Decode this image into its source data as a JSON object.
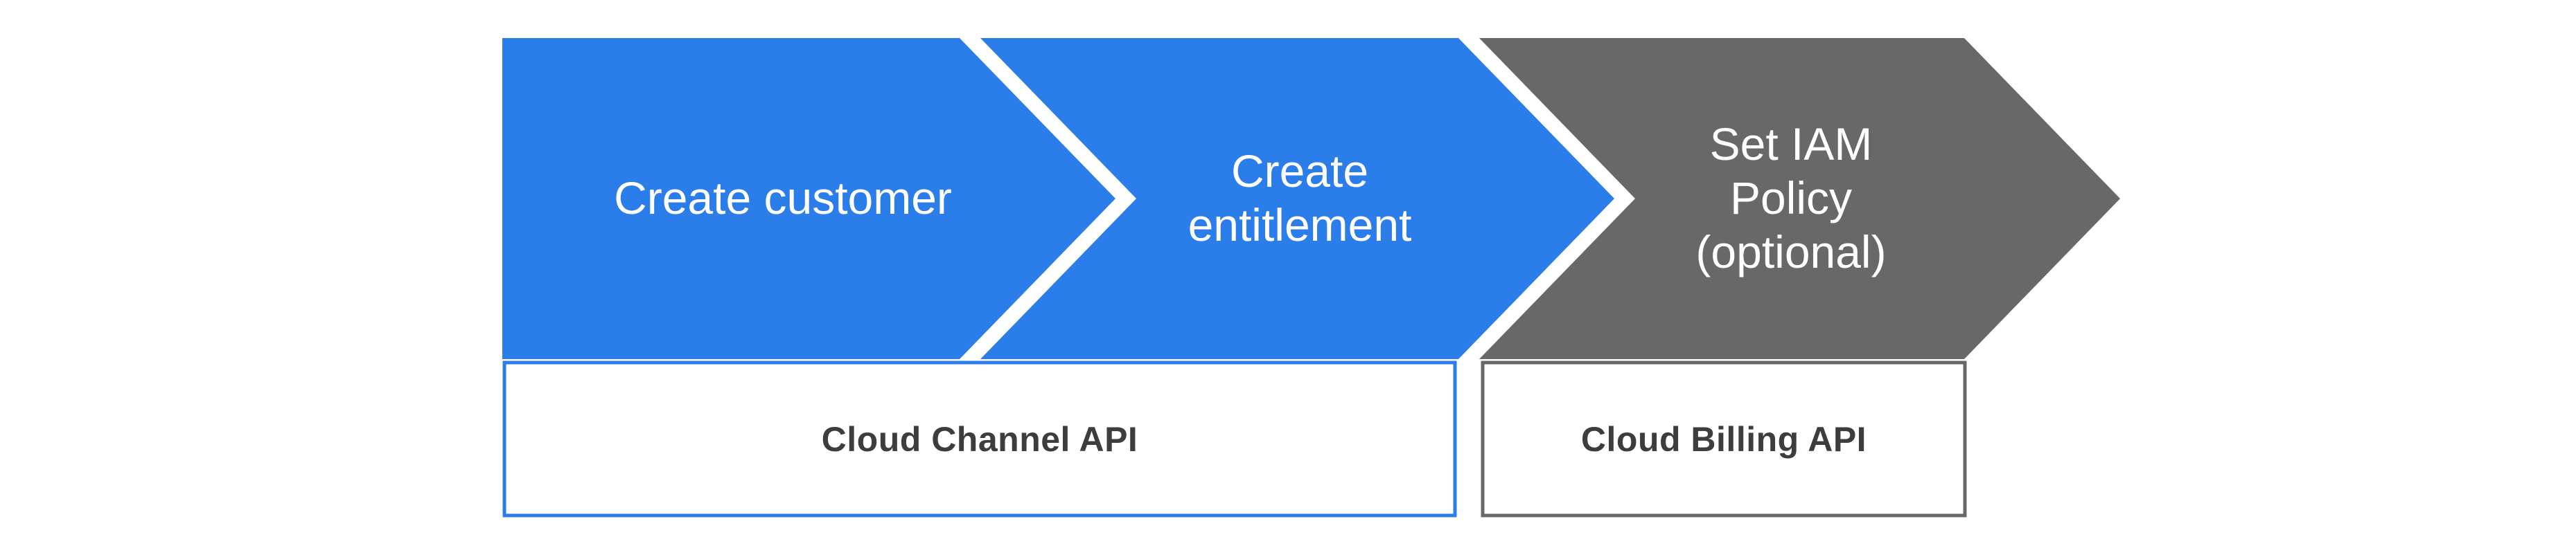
{
  "colors": {
    "blue": "#2b7de9",
    "gray": "#686868",
    "white": "#ffffff"
  },
  "flow": {
    "steps": [
      {
        "label": "Create customer",
        "color": "blue"
      },
      {
        "label": "Create\nentitlement",
        "color": "blue"
      },
      {
        "label": "Set IAM\nPolicy\n(optional)",
        "color": "gray"
      }
    ],
    "api_boxes": [
      {
        "label": "Cloud Channel API",
        "accent": "blue"
      },
      {
        "label": "Cloud Billing API",
        "accent": "gray"
      }
    ]
  }
}
